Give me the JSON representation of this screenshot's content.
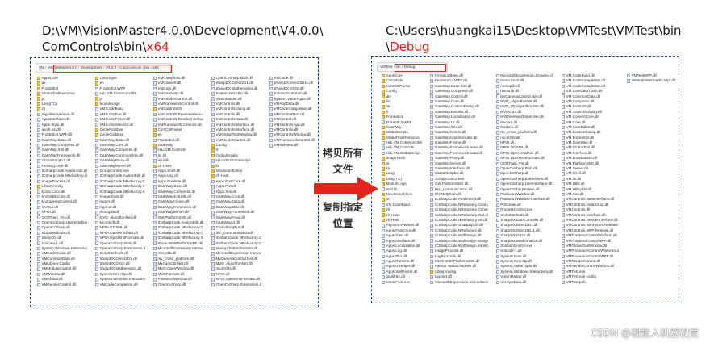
{
  "left": {
    "title_main": "D:\\VM\\VisionMaster4.0.0\\Development\\V4.0.0\\\nComControls\\bin\\",
    "title_highlight": "x64",
    "breadcrumb": "VM › VisionMaster4.0.0 › Development › V4.0.0 › ComControls › bin › x64",
    "files": [
      "AppsCore",
      "de",
      "FrontedUI",
      "GlobalToolResource",
      "ja",
      "Lang(TC)",
      "zh",
      "AlgorithmVersion.dll",
      "AppsInterface.dll",
      "Apps.Style.dll",
      "avutil-54.dll",
      "FrontedUI.WPF.dll",
      "GateWay.Base.dll",
      "GateWay.Compress.dll",
      "GateWay.Xml.dll",
      "GateWayFramework.dll",
      "GlobalScriptUI.dll",
      "HKRMQCom.dll",
      "ICSharpCode.AvalonEdit.dll",
      "ICSharpCode.NRefactory.dll",
      "ImageProcess.dll",
      "Libraryconfig",
      "Mono.Cecil.dll",
      "MVDSDKCore.dll",
      "MvCameraControl.dll",
      "MVDUI.dll",
      "NPOI.dll",
      "OCRTrain_Fst.dll",
      "OpenCvSharp.UserInterface.dll",
      "OpenCvSharp.dll",
      "ScriptMethods.dll",
      "SharpDX.dll",
      "sciscale-1.dll",
      "System.Windows.Interactivity.dll",
      "VMCodeGuide.dll",
      "VMCommonData.dll",
      "VMLibrary.Config",
      "VMModuleControl.dll",
      "VMWindow.dll",
      "VMGlobal.dll",
      "VMRenderControl.dll",
      "ColorStyle",
      "en",
      "FrontedUI.WPF",
      "HiLi.VM.CommonUtils",
      "ja",
      "ModuleLogs",
      "VM.CodeBuild",
      "VM.ColorFun.dll",
      "VM.ColorPicker.dll",
      "VM.ColorSelector.dll",
      "CircleFontExe",
      "CircleClickExe",
      "GateWay.Base.dll",
      "GateWay.Core.dll",
      "GateWay.Compress.dll",
      "GateWay.CommonUtils.dll",
      "GateWayProxy.dll",
      "GateWayServer.dll",
      "GroupControl.exe",
      "ICSharpCode.AvalonEdit.dll",
      "ICSharpCode.NRefactory.CSharp.dll",
      "ICSharpCode.NRefactory.VB.dll",
      "ICSharpCode.NRefactory.Xml.dll",
      "ImageShow.dll",
      "logger.dll",
      "log4net.dll",
      "monoplib.dll",
      "MVD_AlgorithmNet.dll",
      "Microsoft.dll",
      "NPOI.OOXML.dll",
      "NPOI.OpenXml4Net.dll",
      "NPOI.OpenXmlFormats.dll",
      "OpenCvSharp.Blob.dll",
      "OpenCvSharp.Extensions.dll",
      "ScriptMethods.dll",
      "SharpDX.Direct2D1.dll",
      "SharpDX.DXGI.dll",
      "SharpDX.Mathematics.dll",
      "System.Net.Http.dll",
      "System.Windows.Interactivity.dll",
      "VMCodeCompletion.dll",
      "VMCompress.dll",
      "VMConvert.dll",
      "VMCore.dll",
      "VMGateWay.dll",
      "VMRenderControl.dll",
      "VMFrameworkControl.dll",
      "VMControlsDll",
      "VMControls.BaseInterface.dll",
      "VMControls.RenderInterface.dll",
      "VMFramework.Controls.dll",
      "ComCtrlParser",
      "en",
      "FrontedUI.dll",
      "GateWay",
      "HiLi.VM.Controls",
      "Inj.lib",
      "msil.lib",
      "zh-Hans",
      "Apps.Shell.dll",
      "Apps.Log.dll",
      "Apps.Runtime.dll",
      "GateWay.Base.dll",
      "GateWay.Compress.dll",
      "GateWay.ExtUtils.dll",
      "GateWayComm.dll",
      "GateWayFramework.dll",
      "GateWayServer.dll",
      "GW.PlatformSDK.dll",
      "ICSharpCode.AvalonEdit.dll",
      "ICSharpCode.NRefactory.Cecil.dll",
      "ICSharpCode.NRefactory.CSharp.dll",
      "ICSharpCode.NRefactory.Xml.dll",
      "IMVS-4000PlatformSDK.dll",
      "MicrosoftExpression.Interactions.dll",
      "mscorlib.dll",
      "mv_cross_platform.dll",
      "MvCamCtrl.Net.dll",
      "MVD.OpenWindow.dll",
      "MVDFormats.dll",
      "PasswordWindow.dll",
      "OpenCvSharp.dll",
      "OpenCvSharp.Blob.dll",
      "SharpDX.Direct2D1.dll",
      "SharpDX.Mathematics.dll",
      "System.Net.Http.dll",
      "VisionMaster.dll",
      "VMControls.dll",
      "VMControlsDialog.dll",
      "VMControls.dll",
      "VMControlsData.dll",
      "VMControlsInterface.dll",
      "VMControlsInterface.dll",
      "VMGlobalToolWindow.dll",
      "VMRenderControl.dll",
      "Config",
      "fr",
      "GlobalScripts",
      "HiLi.VM.GlobalScript",
      "ko",
      "NewtonsoftJson",
      "zh-Hant",
      "Apps.FontCore.dll",
      "Apps.PUI.dll",
      "Apps.Xml.dll",
      "GateWay.Core.dll",
      "GateWay.Data.dll",
      "GateWay.Misc.dll",
      "GateWayFramework.dll",
      "GateWayProxy.dll",
      "GateWayUI.dll",
      "GlobalScriptUI.dll",
      "hkc_communication.dll",
      "ICSharpCode.NRefactory.CSharp.dll",
      "ICSharpCode.NRefactory.Cecil.dll",
      "Interop.TaskScheduler.dll",
      "MicrosoftExpression.Interactions.dll",
      "MvCameraControl.Net.dll",
      "MVD_AlgorithmNet.dll",
      "mvJSON.dll",
      "NPOI.dll",
      "NPOI.OpenXmlFormats.dll",
      "OpenCvSharp.Extensions.dll",
      "RelCode.dll",
      "SharpDX.Direct3D11.dll",
      "SharpDX.DXGI.dll",
      "SolutionCommon.dll",
      "System.ValueTuple.dll",
      "VMAppData.dll",
      "VMCodeCompletion.dll",
      "VMCombatTest.dll",
      "VMControl.dll",
      "VMControlsApp.dll",
      "VMControls.dll",
      "VMControlsWindow.dll",
      "VMFrameworkControl.dll",
      "VMRelease.dll"
    ]
  },
  "right": {
    "title_main": "C:\\Users\\huangkai15\\Desktop\\VMTest\\VMTest\\bin\n\\",
    "title_highlight": "Debug",
    "breadcrumb": "VMTest › bin › Debug",
    "files": [
      "AppsCore",
      "ColorStyle",
      "ComCtrlParser",
      "Config",
      "de",
      "en",
      "es",
      "fr",
      "FrontedUI",
      "FrontedUI.WPF",
      "GateWay",
      "GlobalScripts",
      "GlobalToolResource",
      "HiLi.VM.CommonUtils",
      "HiLi.VM.Controls",
      "HiLi.VM.GlobalScript",
      "ImageTools",
      "ja",
      "ko",
      "Lang",
      "Lang(TC)",
      "ModuleLogs",
      "msil.lib",
      "NewtonsoftJson",
      "ru",
      "VM.CodeBuild",
      "zh",
      "zh-Hans",
      "zh-Hant",
      "AlgorithmVersion.dll",
      "Apps.FontCore.dll",
      "Apps.Data.dll",
      "Apps.Interface.dll",
      "Apps.Localization.dll",
      "Apps.Log.dll",
      "Apps.PUI.dll",
      "Apps.Runtime.dll",
      "Apps.UIHelper.dll",
      "Apps.XmlParser.dll",
      "avutil-54.dll",
      "CircleFont.exe",
      "FrontendBase.dll",
      "FrontendUI.WPF.dll",
      "GateWay.Base.Xml.dll",
      "GateWay.Compress.dll",
      "GateWay.Control.dll",
      "GateWay.Core.dll",
      "GateWay.CustomDialog.dll",
      "GateWay.ExtUtils.dll",
      "GateWay.Localization.dll",
      "GateWay.UI.dll",
      "GateWay.Xml.dll",
      "GateWayComm.dll",
      "GateWayCommonUtils.dll",
      "GateWayFrame.dll",
      "GateWayFramework.Base.dll",
      "GateWayFramework.Data.dll",
      "GateWayProxy.dll",
      "GateWayServer.dll",
      "GateWayInterface.dll",
      "GlobalScriptUI.dll",
      "GroupControl.exe",
      "GW.PlatformSDK.dll",
      "hkc_communication.dll",
      "HKRMQCom.dll",
      "ICSharpCode.AvalonEdit.dll",
      "ICSharpCode.NRefactory.Cecil.dll",
      "ICSharpCode.NRefactory.CSharp.dll",
      "ICSharpCode.NRefactory.Xml.dll",
      "ICSharpCode.NRefactory.VB.dll",
      "ICSharpCode.SharpZipLib.dll",
      "ICSharpCode.NRefactory.dll",
      "ICSharpCode.WpfDesign.dll",
      "ICSharpCode.WpfDesign.Designer.dll",
      "ICSharpCode.WpfDesign.XamlDom.dll",
      "ImageProcess.dll",
      "ImgProcUtils.dll",
      "IMVS-4000PlatformSDK.dll",
      "Interop.TaskScheduler.dll",
      "Libraryconfig",
      "log4net.dll",
      "MicrosoftExpression.Interactions.dll",
      "Microsoft.Expression.Drawing.dll",
      "Mono.Cecil.dll",
      "monoplib.dll",
      "mscorlib.dll",
      "MvCameraControl.Net.dll",
      "MVD_AlgorithmNet.dll",
      "MVD_DlgAlgorithm.Net.dll",
      "MVDCore.dll",
      "MVDVersionObtain.Net.dll",
      "Mvcore.dll",
      "Mvsbee.dll",
      "mv_cross_platform.dll",
      "mvJSON.dll",
      "NPOI.dll",
      "NPOI.OOXML.dll",
      "NPOI.OpenXml4Net.dll",
      "NPOI.OpenXmlFormats.dll",
      "OCRTrain_Fst.dll",
      "OpenCvSharp.Blob.dll",
      "OpenCvSharp.dll",
      "OpenCvSharp.Extensions.dll",
      "OpenCvSharp.UserInterface.dll",
      "OpenCvSharpExtern.dll",
      "PasswordWindow.dll",
      "PasswordWindow.Interface.dll",
      "PdCreate.dll",
      "ProcessControl.exe",
      "ScriptMethods.dll",
      "SharpDX.D3DCompiler.dll",
      "SharpDX.Direct2D1.dll",
      "SharpDX.Direct3D11.dll",
      "SharpDX.DXGI.dll",
      "SharpDX.Mathematics.dll",
      "SolutionControl.exe",
      "sciscale-1.dll",
      "System.Data.dll",
      "System.Net.Http.dll",
      "System.ValueTuple.dll",
      "System.Windows.Interactivity.dll",
      "VisionMaster.dll",
      "VM.AppData.dll",
      "VM.CodeBuild.dll",
      "VM.CodeCompletion.dll",
      "VM.CodeCompletion.dll",
      "VM.ComDataTrans.dll",
      "VM.CommonData.dll",
      "VM.Compress.dll",
      "VM.Controls.dll",
      "VM.ControlsDialog.dll",
      "VM.ConvertCore.dll",
      "VM.Core.dll",
      "VM.CoreEditor.dll",
      "VM.CustomDialog.dll",
      "VM.FrameCtrl.dll",
      "VM.GateWay.dll",
      "VM.GlobalTool.dll",
      "VM.Interface.dll",
      "VM.Localization.dll",
      "VM.PlatformSDK.dll",
      "VM.Server.dll",
      "VM.Shell.dll",
      "VM.UI.dll",
      "VM.Utils.dll",
      "VM.UtilityLib.dll",
      "VM.Xml.dll",
      "VMControls.BaseInterface.dll",
      "VMControls.DataStruct.dll",
      "VMControls.dll",
      "VMControls.Interface.dll",
      "VMControls.RenderInterface.dll",
      "VMControls.WinForms.Release.dll",
      "VMControls.WPF.Release.dll",
      "VMFrontendControlWinform.dll",
      "VMFrontendControlWPF.dll",
      "VMGlobalToolWindow.dll",
      "VMProcedureControlWinforms.dll",
      "VMProcedureControlWPF.dll",
      "VMRenderControl.dll",
      "VMRenderControlWinform.dll",
      "VMTest.exe",
      "VMTest.exe.config",
      "VMTest.pdb",
      "VMTestWPF.dll",
      "WriteableBitmapEx.Wpf.dll"
    ]
  },
  "arrow": {
    "copy_label": "拷贝所有\n文件",
    "spec_label": "复制指定\n位置",
    "color": "#e3241b"
  },
  "watermark": "CSDN @视觉人机器视觉"
}
